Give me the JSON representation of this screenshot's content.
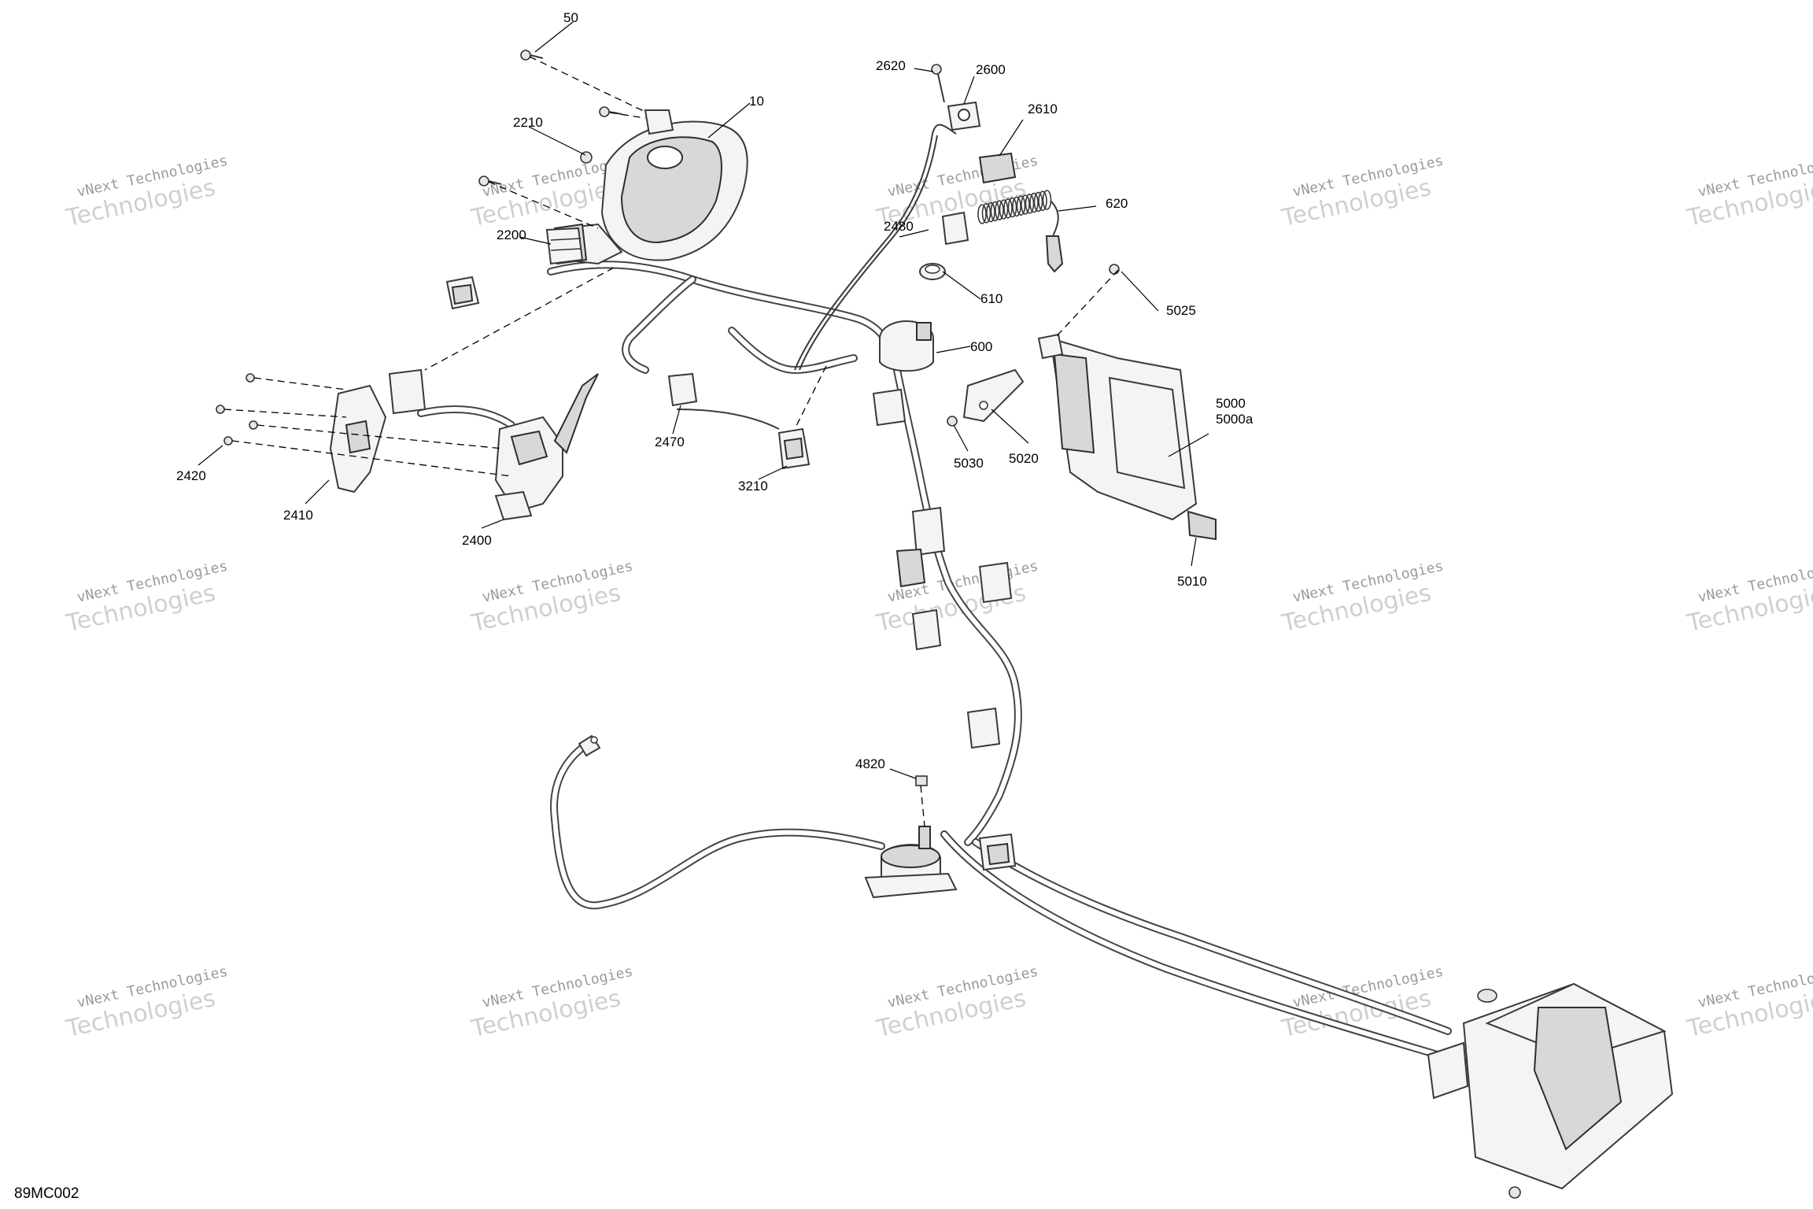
{
  "figure_code": "89MC002",
  "watermark": {
    "line1": "vNext Technologies",
    "line2": "Technologies"
  },
  "callouts": [
    {
      "id": "50",
      "label": "50"
    },
    {
      "id": "10",
      "label": "10"
    },
    {
      "id": "2210",
      "label": "2210"
    },
    {
      "id": "2200",
      "label": "2200"
    },
    {
      "id": "2620",
      "label": "2620"
    },
    {
      "id": "2600",
      "label": "2600"
    },
    {
      "id": "2610",
      "label": "2610"
    },
    {
      "id": "620",
      "label": "620"
    },
    {
      "id": "2480",
      "label": "2480"
    },
    {
      "id": "610",
      "label": "610"
    },
    {
      "id": "600",
      "label": "600"
    },
    {
      "id": "5025",
      "label": "5025"
    },
    {
      "id": "5000",
      "label": "5000"
    },
    {
      "id": "5000a",
      "label": "5000a"
    },
    {
      "id": "5020",
      "label": "5020"
    },
    {
      "id": "5030",
      "label": "5030"
    },
    {
      "id": "5010",
      "label": "5010"
    },
    {
      "id": "2470",
      "label": "2470"
    },
    {
      "id": "3210",
      "label": "3210"
    },
    {
      "id": "2420",
      "label": "2420"
    },
    {
      "id": "2410",
      "label": "2410"
    },
    {
      "id": "2400",
      "label": "2400"
    },
    {
      "id": "4820",
      "label": "4820"
    }
  ]
}
